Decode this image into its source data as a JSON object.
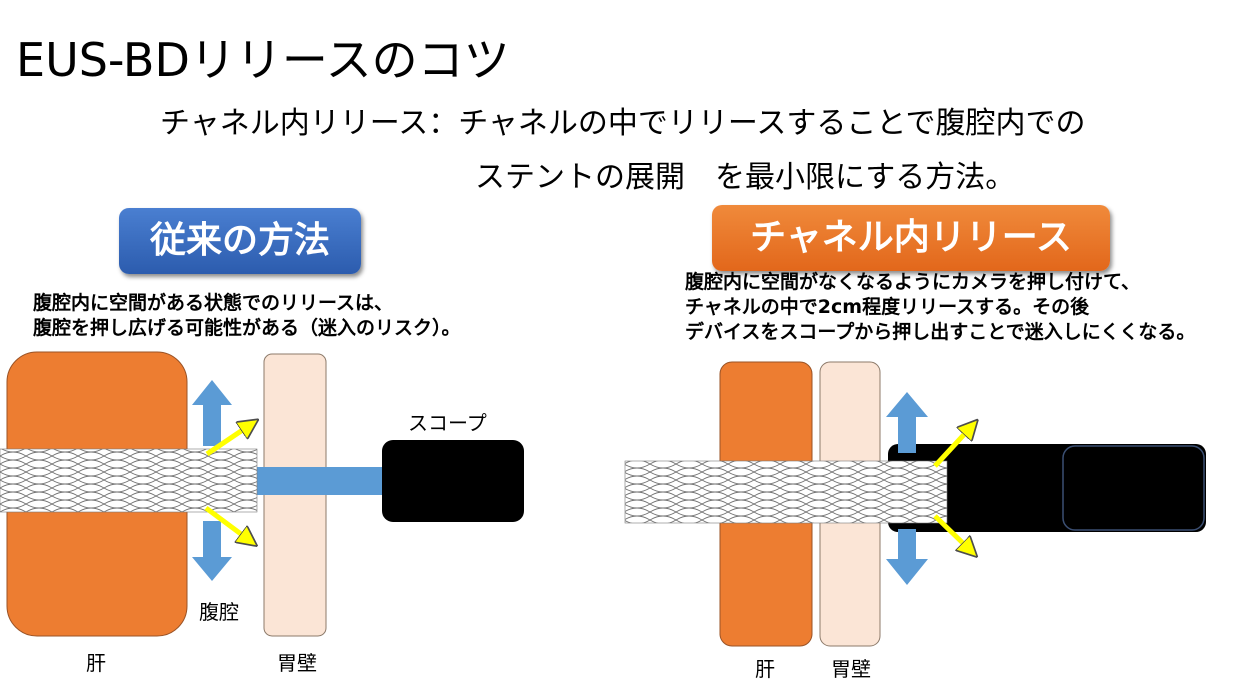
{
  "title": "EUS-BDリリースのコツ",
  "subtitle": {
    "line1": "チャネル内リリース：チャネルの中でリリースすることで腹腔内での",
    "line2": "ステントの展開　を最小限にする方法。"
  },
  "left": {
    "badge": "従来の方法",
    "desc_line1": "腹腔内に空間がある状態でのリリースは、",
    "desc_line2": "腹腔を押し広げる可能性がある（迷入のリスク）。",
    "label_scope": "スコープ",
    "label_cavity": "腹腔",
    "label_liver": "肝",
    "label_wall": "胃壁"
  },
  "right": {
    "badge": "チャネル内リリース",
    "desc_line1": "腹腔内に空間がなくなるようにカメラを押し付けて、",
    "desc_line2": "チャネルの中で2cm程度リリースする。その後",
    "desc_line3": "デバイスをスコープから押し出すことで迷入しにくくなる。",
    "label_liver": "肝",
    "label_wall": "胃壁"
  },
  "colors": {
    "liver": "#ed7d31",
    "wall": "#fbe5d6",
    "arrow_blue": "#5b9bd5",
    "arrow_yellow": "#ffff00",
    "scope": "#000000",
    "badge_left": "#2f5fb3",
    "badge_right": "#e8711f"
  }
}
